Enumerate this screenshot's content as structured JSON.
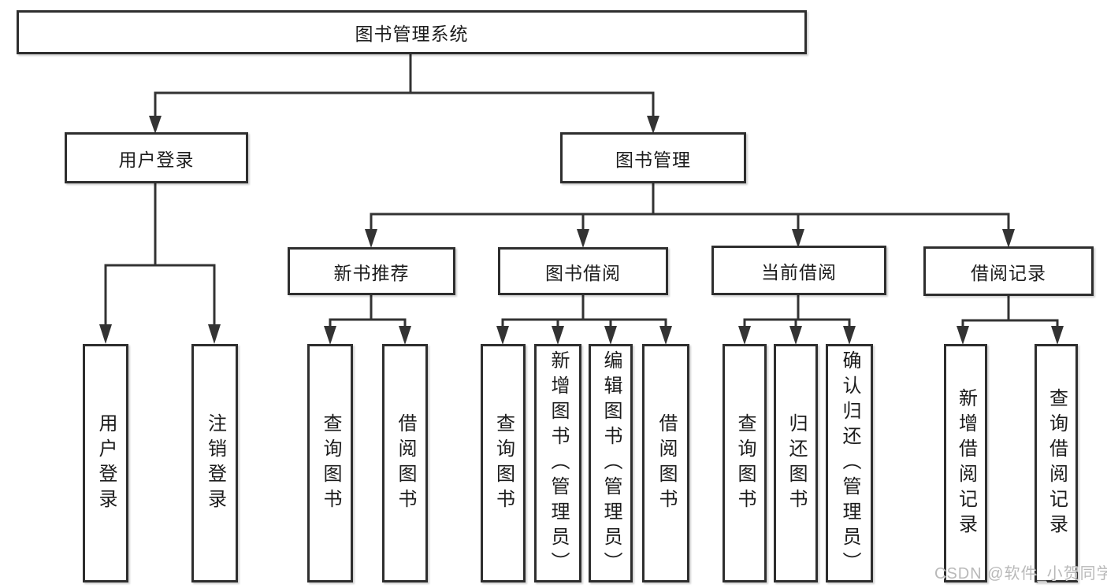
{
  "diagram": {
    "title": "图书管理系统",
    "watermark": "CSDN @软件_小贺同学",
    "colors": {
      "line": "#333333",
      "box_border": "#2e2e2e",
      "text": "#1c1c1c",
      "watermark": "#b9b9b9",
      "background": "#ffffff"
    },
    "branches": [
      {
        "label": "用户登录",
        "children": [
          "用户登录",
          "注销登录"
        ]
      },
      {
        "label": "图书管理",
        "sections": [
          {
            "label": "新书推荐",
            "children": [
              "查询图书",
              "借阅图书"
            ]
          },
          {
            "label": "图书借阅",
            "children": [
              "查询图书",
              "新增图书（管理员）",
              "编辑图书（管理员）",
              "借阅图书"
            ]
          },
          {
            "label": "当前借阅",
            "children": [
              "查询图书",
              "归还图书",
              "确认归还（管理员）"
            ]
          },
          {
            "label": "借阅记录",
            "children": [
              "新增借阅记录",
              "查询借阅记录"
            ]
          }
        ]
      }
    ]
  }
}
